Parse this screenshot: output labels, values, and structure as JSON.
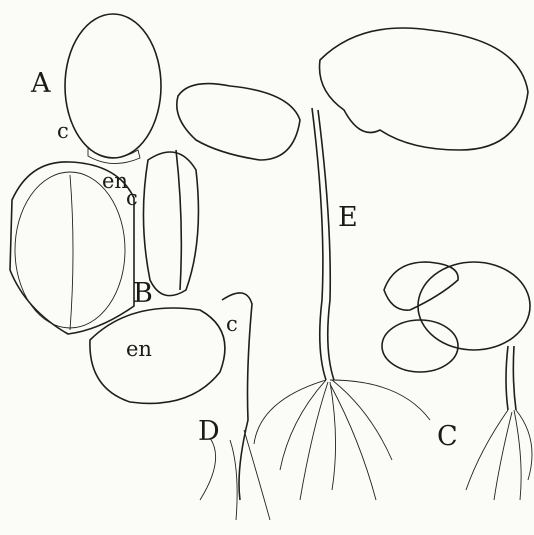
{
  "figure": {
    "labels": {
      "A": "A",
      "B": "B",
      "C": "C",
      "D": "D",
      "E": "E",
      "c_A": "c",
      "en_B": "en",
      "c_B": "c",
      "en_D": "en",
      "c_D": "c"
    }
  }
}
